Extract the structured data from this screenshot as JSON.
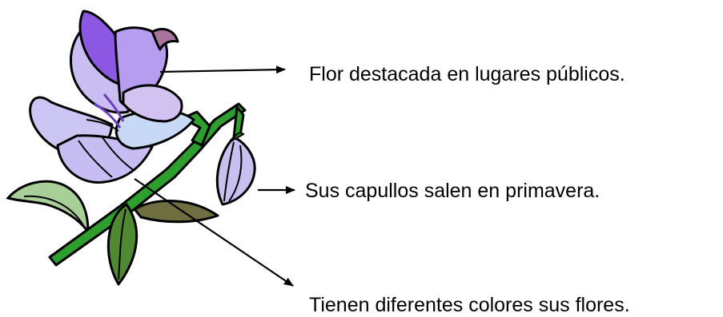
{
  "annotations": [
    "Flor destacada en lugares públicos.",
    "Sus capullos salen en primavera.",
    "Tienen diferentes colores sus flores."
  ],
  "colors": {
    "petal_light": "#ccbff2",
    "petal_mid": "#b69df0",
    "petal_deep": "#8c57e3",
    "petal_blue": "#c7d9f7",
    "petal_mauve": "#a8739c",
    "stem_green": "#2e9e2e",
    "leaf_green": "#4f8a32",
    "leaf_light": "#a9cf98",
    "leaf_olive": "#6e6e40",
    "outline": "#000000",
    "arrow": "#000000"
  },
  "icons": [
    "lily-flower-illustration",
    "arrow-right-icon",
    "arrow-down-right-icon"
  ]
}
